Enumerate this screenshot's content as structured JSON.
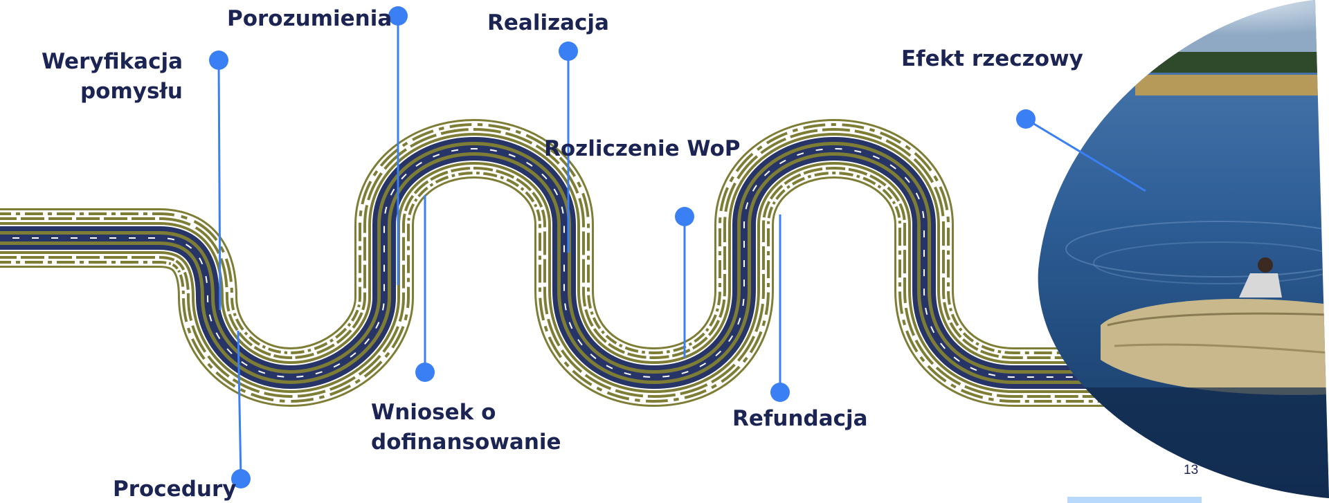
{
  "colors": {
    "label": "#1b2452",
    "pin": "#3a7ff3",
    "road_olive": "#7e7d35",
    "road_navy": "#263468",
    "road_white": "#ffffff",
    "page_number": "#1b2452",
    "bar": "#b9d9fb"
  },
  "steps": [
    {
      "label": "Weryfikacja\npomysłu"
    },
    {
      "label": "Porozumienia"
    },
    {
      "label": "Realizacja"
    },
    {
      "label": "Efekt rzeczowy"
    },
    {
      "label": "Rozliczenie WoP"
    },
    {
      "label": "Wniosek o\ndofinansowanie"
    },
    {
      "label": "Refundacja"
    },
    {
      "label": "Procedury"
    }
  ],
  "page_number": "13",
  "photo": {
    "icon": "lake-fishing-net-photo"
  }
}
